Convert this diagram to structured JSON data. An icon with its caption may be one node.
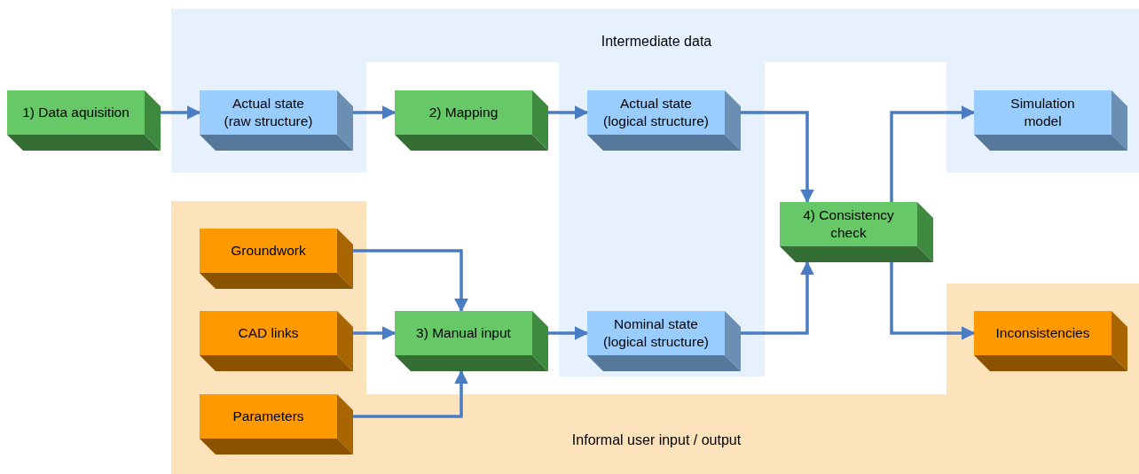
{
  "diagram": {
    "nodes": [
      {
        "text": [
          "Intermediate data"
        ]
      },
      {
        "text": [
          "1) Data aquisition"
        ]
      },
      {
        "text": [
          "Actual state (raw structure)"
        ],
        "in": 0
      },
      {
        "text": [
          "2) Mapping"
        ]
      },
      {
        "text": [
          "Actual state (logical structure)"
        ],
        "in": 0
      },
      {
        "text": [
          "Simulation model"
        ],
        "in": 0
      },
      {
        "text": [
          "4) Consistency check"
        ]
      },
      {
        "text": [
          "Informal user input / output"
        ]
      },
      {
        "text": [
          "Groundwork"
        ],
        "in": 7
      },
      {
        "text": [
          "CAD links"
        ],
        "in": 7
      },
      {
        "text": [
          "3) Manual input"
        ]
      },
      {
        "text": [
          "Nominal state (logical structure)"
        ],
        "in": 0
      },
      {
        "text": [
          "Inconsistencies"
        ],
        "in": 7
      },
      {
        "text": [
          "Parameters"
        ],
        "in": 7
      }
    ],
    "edges": [
      {
        "from": 1,
        "to": 2,
        "arrow": "to"
      },
      {
        "from": 2,
        "to": 3,
        "arrow": "to"
      },
      {
        "from": 3,
        "to": 4,
        "arrow": "to"
      },
      {
        "from": 4,
        "to": 6,
        "arrow": "to"
      },
      {
        "from": 11,
        "to": 6,
        "arrow": "to"
      },
      {
        "from": 6,
        "to": 5,
        "arrow": "to"
      },
      {
        "from": 6,
        "to": 12,
        "arrow": "to"
      },
      {
        "from": 8,
        "to": 10,
        "arrow": "to"
      },
      {
        "from": 9,
        "to": 10,
        "arrow": "to"
      },
      {
        "from": 13,
        "to": 10,
        "arrow": "to"
      },
      {
        "from": 10,
        "to": 11,
        "arrow": "to"
      }
    ]
  }
}
